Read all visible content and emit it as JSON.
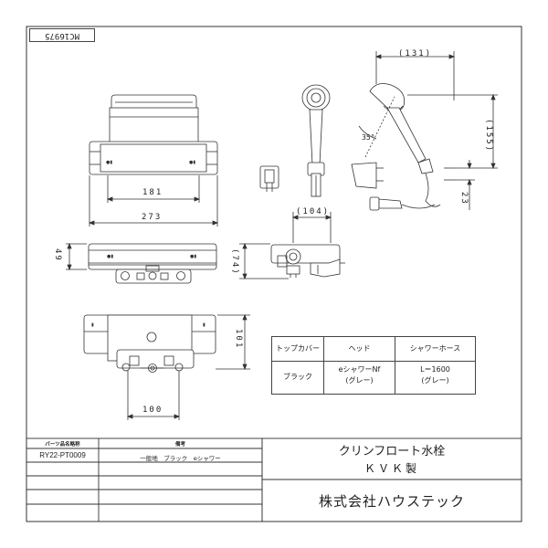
{
  "drawing_id": "MC16975",
  "dimensions": {
    "d131": "(131)",
    "d155": "(155)",
    "d35": "35°",
    "d23": "23",
    "d181": "181",
    "d273": "273",
    "d104": "(104)",
    "d49": "49",
    "d74": "(74)",
    "d101": "101",
    "d100": "100"
  },
  "spec_table": {
    "headers": [
      "トップカバー",
      "ヘッド",
      "シャワーホース"
    ],
    "row": [
      "ブラック",
      "eシャワーNf\n(グレー)",
      "L＝1600\n(グレー)"
    ]
  },
  "parts_table": {
    "headers": [
      "パーツ品名略称",
      "備考"
    ],
    "rows": [
      [
        "RY22-PT0009",
        "一般地　ブラック　eシャワー"
      ]
    ]
  },
  "product": {
    "name": "クリンフロート水栓",
    "maker": "ＫＶＫ製",
    "company": "株式会社ハウステック"
  }
}
